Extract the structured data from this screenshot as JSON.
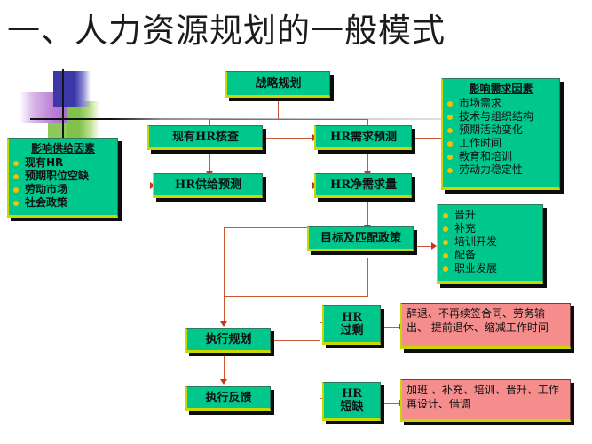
{
  "slide": {
    "title": "一、人力资源规划的一般模式"
  },
  "supply_panel": {
    "title": "影响供给因素",
    "items": [
      "现有HR",
      "预期职位空缺",
      "劳动市场",
      "社会政策"
    ]
  },
  "demand_panel": {
    "title": "影响需求因素",
    "items": [
      "市场需求",
      "技术与组织结构",
      "预期活动变化",
      "工作时间",
      "教育和培训",
      "劳动力稳定性"
    ]
  },
  "policy_panel": {
    "title": "",
    "items": [
      "晋升",
      "补充",
      "培训开发",
      "配备",
      "职业发展"
    ]
  },
  "boxes": {
    "strategy": "战略规划",
    "hr_audit": "现有HR核查",
    "demand_forecast": "HR需求预测",
    "supply_forecast": "HR供给预测",
    "net_demand": "HR净需求量",
    "goal_policy": "目标及匹配政策",
    "execute_plan": "执行规划",
    "execute_feedback": "执行反馈",
    "surplus": "HR\n过剩",
    "shortage": "HR\n短缺",
    "surplus_line1": "HR",
    "surplus_line2": "过剩",
    "shortage_line1": "HR",
    "shortage_line2": "短缺"
  },
  "outcomes": {
    "surplus_actions": "辞退、不再续签合同、劳务输出、 提前退休、缩减工作时间",
    "shortage_actions": "加班 、补充、培训、晋升、工作再设计、借调"
  },
  "colors": {
    "box_green": "#00c88d",
    "box_pink": "#f58d8d",
    "connector": "#cc5533",
    "highlight_edge": "#c9d900",
    "bullet": "#f2c200"
  }
}
